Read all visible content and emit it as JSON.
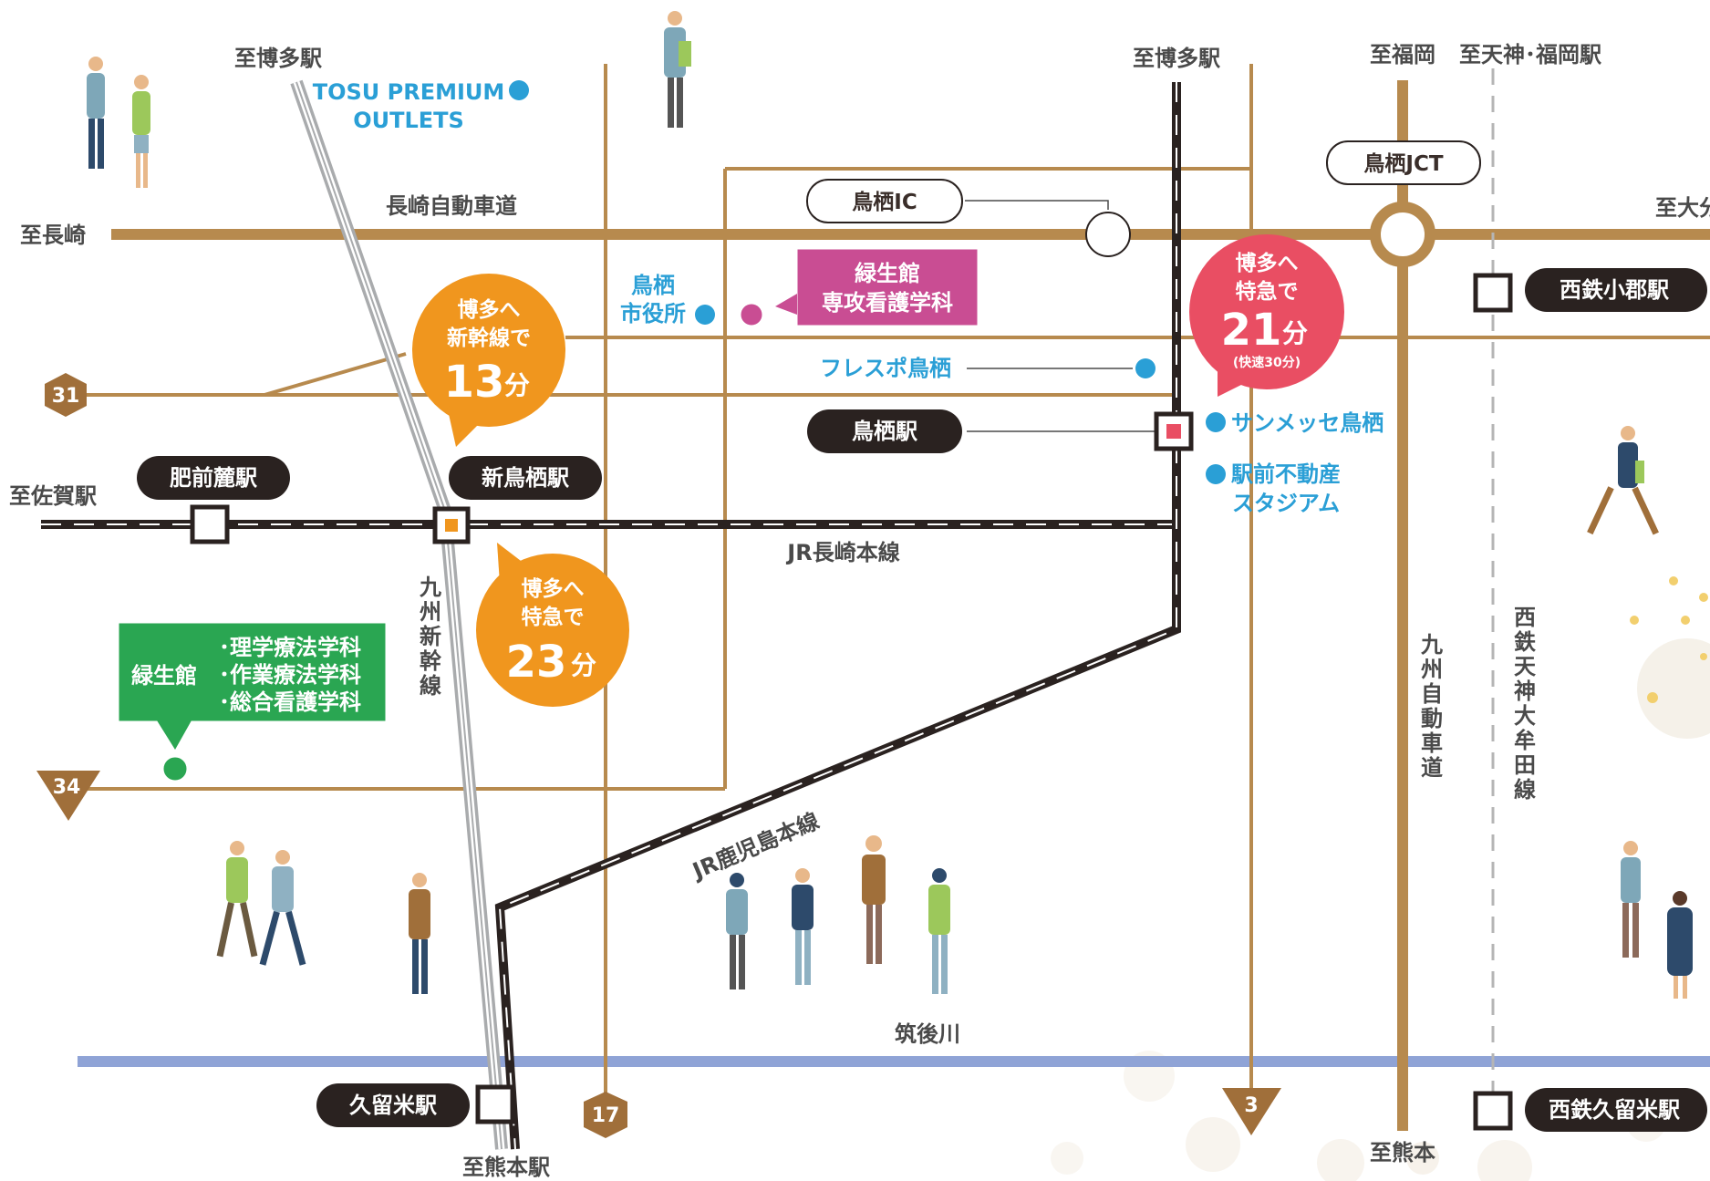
{
  "destinations": {
    "hakata_station_left": "至博多駅",
    "hakata_station_right": "至博多駅",
    "fukuoka": "至福岡",
    "tenjin_fukuoka": "至天神･福岡駅",
    "nagasaki": "至長崎",
    "oita": "至大分",
    "saga_station": "至佐賀駅",
    "kumamoto_station": "至熊本駅",
    "kumamoto": "至熊本"
  },
  "roads": {
    "nagasaki_expressway": "長崎自動車道",
    "kyushu_expressway": [
      "九",
      "州",
      "自",
      "動",
      "車",
      "道"
    ],
    "route_31": "31",
    "route_34": "34",
    "route_17": "17",
    "route_3": "3"
  },
  "rail": {
    "jr_nagasaki_line": "JR長崎本線",
    "jr_kagoshima_line": "JR鹿児島本線",
    "kyushu_shinkansen": [
      "九",
      "州",
      "新",
      "幹",
      "線"
    ],
    "nishitetsu_line": [
      "西",
      "鉄",
      "天",
      "神",
      "大",
      "牟",
      "田",
      "線"
    ]
  },
  "river": {
    "chikugo": "筑後川"
  },
  "stations": {
    "hizen_fumoto": "肥前麓駅",
    "shin_tosu": "新鳥栖駅",
    "tosu": "鳥栖駅",
    "kurume": "久留米駅",
    "nishitetsu_ogori": "西鉄小郡駅",
    "nishitetsu_kurume": "西鉄久留米駅"
  },
  "interchanges": {
    "tosu_ic": "鳥栖IC",
    "tosu_jct": "鳥栖JCT"
  },
  "places": {
    "tosu_premium_outlets": [
      "TOSU PREMIUM",
      "OUTLETS"
    ],
    "tosu_city_hall": [
      "鳥栖",
      "市役所"
    ],
    "fresupo_tosu": "フレスポ鳥栖",
    "sunmesse_tosu": "サンメッセ鳥栖",
    "ekimae_fudosan_stadium": [
      "駅前不動産",
      "スタジアム"
    ]
  },
  "campuses": {
    "ryokuseikan_nursing": [
      "緑生館",
      "専攻看護学科"
    ],
    "ryokuseikan_main": {
      "name": "緑生館",
      "departments": [
        "･理学療法学科",
        "･作業療法学科",
        "･総合看護学科"
      ]
    }
  },
  "travel_times": {
    "shinkansen": {
      "line1": "博多へ",
      "line2": "新幹線で",
      "minutes": "13",
      "unit": "分"
    },
    "express_shin_tosu": {
      "line1": "博多へ",
      "line2": "特急で",
      "minutes": "23",
      "unit": "分"
    },
    "express_tosu": {
      "line1": "博多へ",
      "line2": "特急で",
      "minutes": "21",
      "unit": "分",
      "note": "(快速30分)"
    }
  },
  "colors": {
    "road": "#b78a4e",
    "rail": "#2a2220",
    "shinkansen": "#a9abad",
    "river": "#8fa3d6",
    "balloon_orange": "#f0961e",
    "balloon_red": "#e94e63",
    "campus_pink": "#c94d93",
    "campus_green": "#2aa652",
    "place_blue": "#2a9fd6",
    "station_dark": "#2a2220"
  }
}
